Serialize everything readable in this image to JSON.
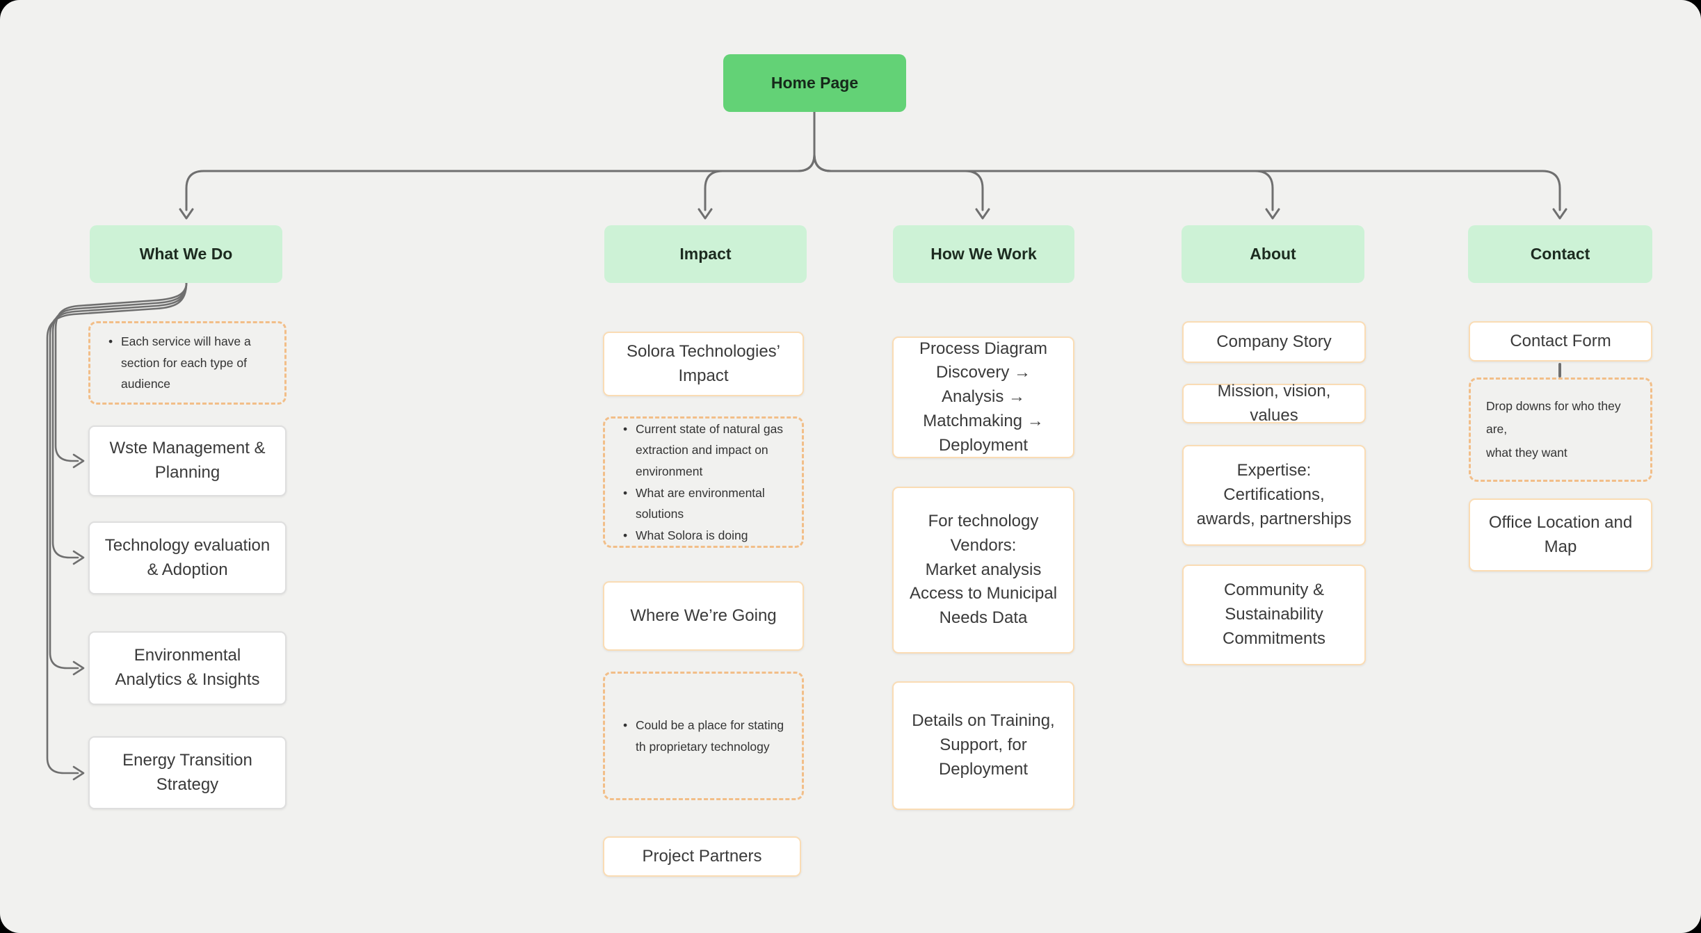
{
  "diagram": {
    "title": "Home Page sitemap",
    "colors": {
      "canvas": "#f1f1ef",
      "outer": "#000000",
      "root_fill": "#63d276",
      "header_fill": "#cdf2d6",
      "orange_border": "#fadcb4",
      "dashed_border": "#f2be88",
      "gray_border": "#dedede",
      "connector": "#6f6f6f"
    },
    "root": {
      "label": "Home Page"
    },
    "sections": [
      {
        "label": "What We Do",
        "children": [
          {
            "type": "note",
            "bullets": [
              "Each service will have a section for each type of audience"
            ]
          },
          {
            "type": "card",
            "text": "Wste Management & Planning"
          },
          {
            "type": "card",
            "text": "Technology evaluation & Adoption"
          },
          {
            "type": "card",
            "text": "Environmental Analytics & Insights"
          },
          {
            "type": "card",
            "text": "Energy Transition Strategy"
          }
        ]
      },
      {
        "label": "Impact",
        "children": [
          {
            "type": "card",
            "text": "Solora Technologies’ Impact"
          },
          {
            "type": "note",
            "bullets": [
              "Current state of natural gas extraction and impact on environment",
              "What are environmental solutions",
              "What Solora is doing"
            ]
          },
          {
            "type": "card",
            "text": "Where We’re Going"
          },
          {
            "type": "note",
            "bullets": [
              "Could be a place for stating th proprietary technology"
            ]
          },
          {
            "type": "card",
            "text": "Project Partners"
          }
        ]
      },
      {
        "label": "How We Work",
        "children": [
          {
            "type": "card",
            "text": "Process Diagram\nDiscovery → Analysis → Matchmaking → Deployment"
          },
          {
            "type": "card",
            "text": "For technology Vendors:\nMarket analysis\nAccess to Municipal Needs Data"
          },
          {
            "type": "card",
            "text": "Details on Training, Support, for Deployment"
          }
        ]
      },
      {
        "label": "About",
        "children": [
          {
            "type": "card",
            "text": "Company Story"
          },
          {
            "type": "card",
            "text": "Mission, vision, values"
          },
          {
            "type": "card",
            "text": "Expertise: Certifications, awards, partnerships"
          },
          {
            "type": "card",
            "text": "Community & Sustainability Commitments"
          }
        ]
      },
      {
        "label": "Contact",
        "children": [
          {
            "type": "card",
            "text": "Contact Form"
          },
          {
            "type": "note_plain",
            "text": "Drop downs for who they are,\nwhat they want"
          },
          {
            "type": "card",
            "text": "Office Location and Map"
          }
        ]
      }
    ]
  }
}
